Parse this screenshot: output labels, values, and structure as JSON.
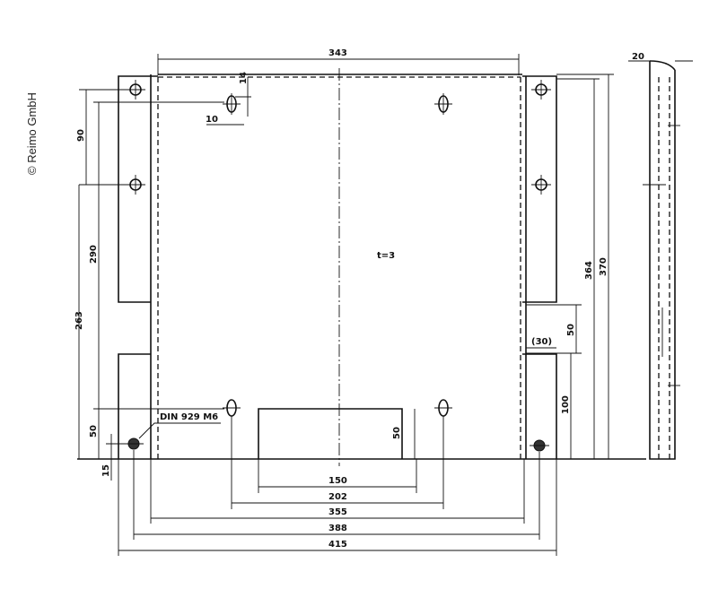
{
  "copyright": "© Reimo GmbH",
  "thickness_label": "t=3",
  "screw_label": "DIN 929 M6",
  "dimensions": {
    "top_width": "343",
    "side_thickness": "20",
    "hole_offset_v": "14",
    "hole_offset_h": "10",
    "left_90": "90",
    "left_290": "290",
    "left_263": "263",
    "left_50": "50",
    "left_15": "15",
    "right_364": "364",
    "right_370": "370",
    "right_50": "50",
    "right_100": "100",
    "right_30": "(30)",
    "cut_50": "50",
    "bottom_150": "150",
    "bottom_202": "202",
    "bottom_355": "355",
    "bottom_388": "388",
    "bottom_415": "415"
  }
}
